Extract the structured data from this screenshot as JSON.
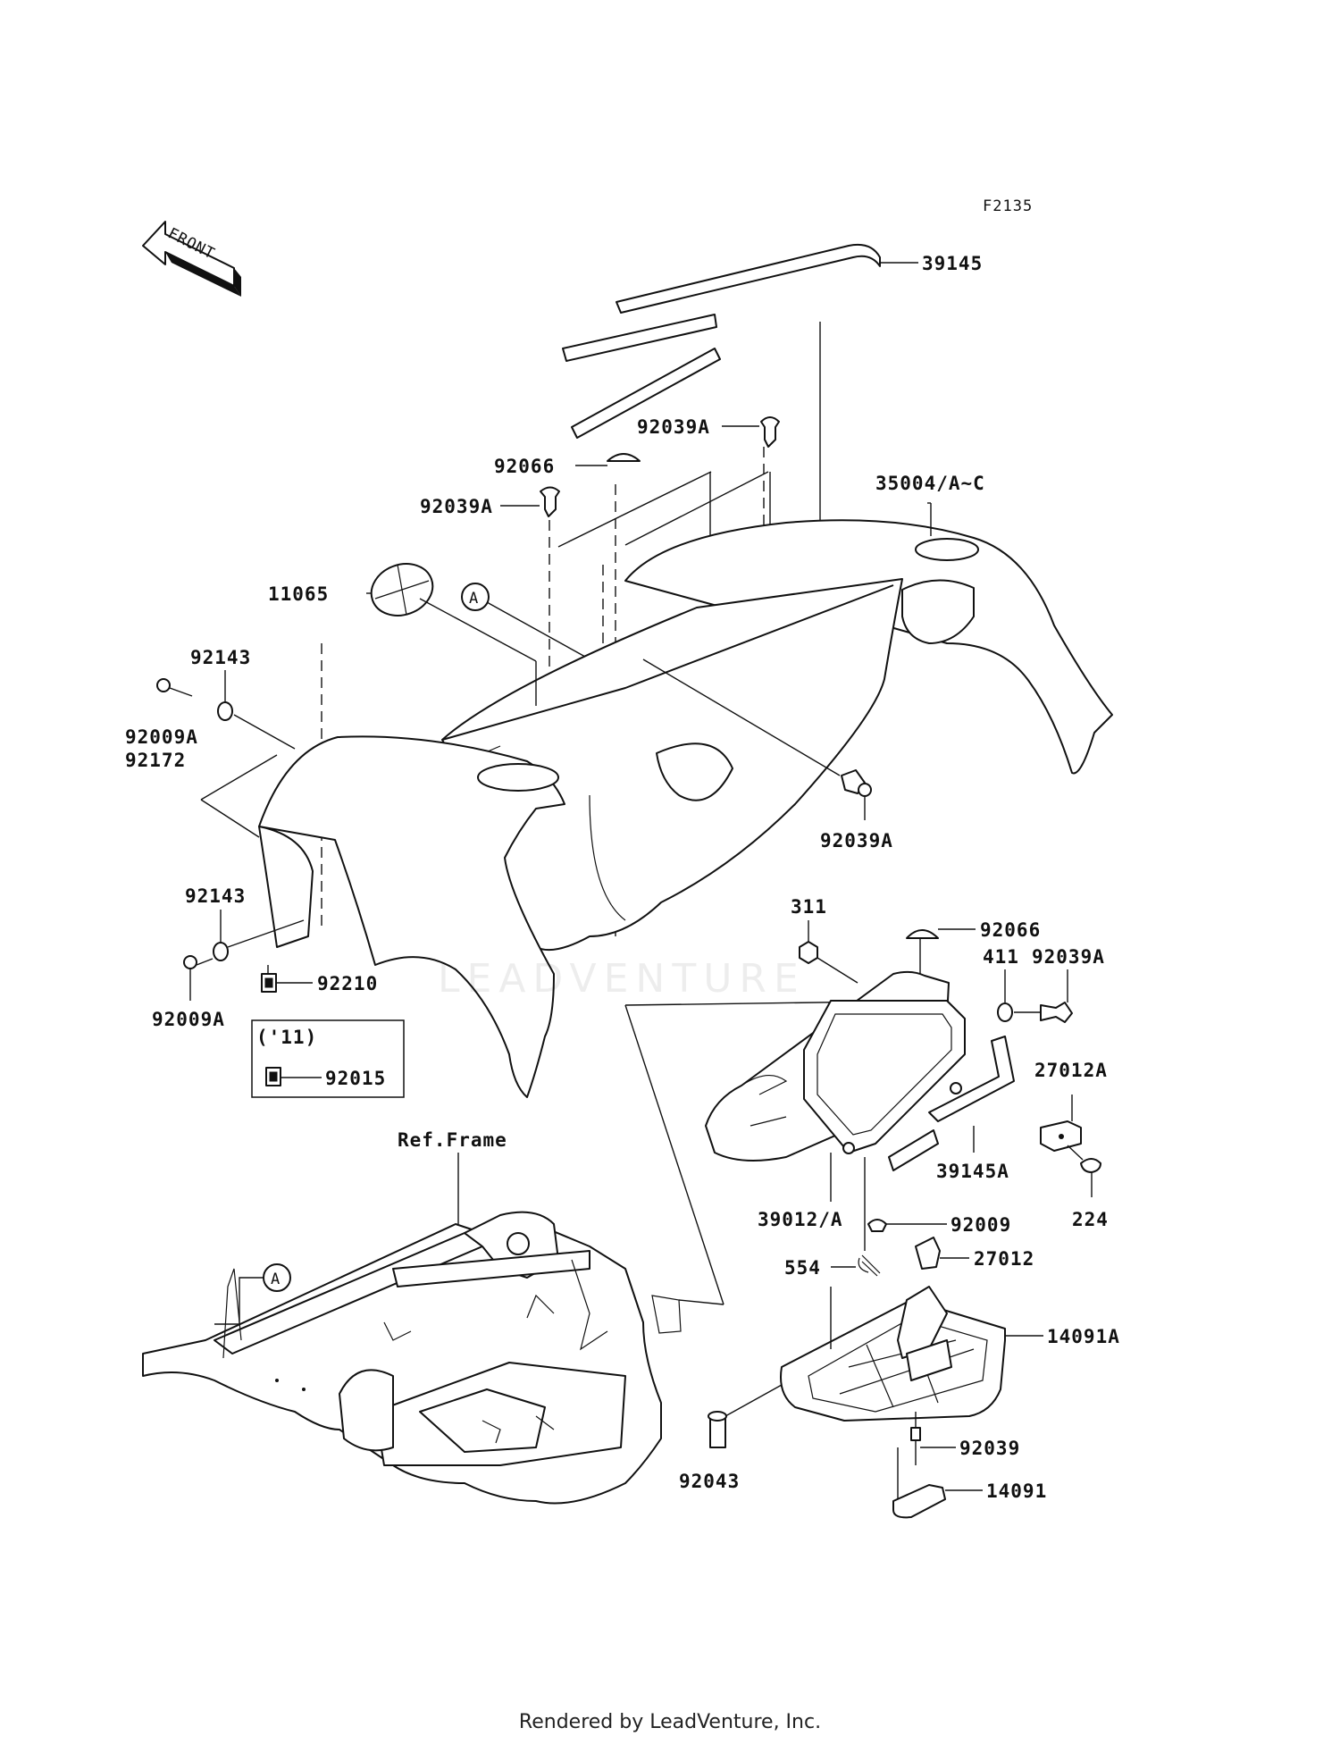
{
  "diagram_code": "F2135",
  "front_arrow_label": "FRONT",
  "ref_frame_label": "Ref.Frame",
  "callout_a": "A",
  "year_note": "('11)",
  "footer": "Rendered by LeadVenture, Inc.",
  "watermark": "LEADVENTURE",
  "part_labels": {
    "p39145": "39145",
    "p92039A_top": "92039A",
    "p92066_top": "92066",
    "p35004": "35004/A~C",
    "p92039A_left": "92039A",
    "p11065": "11065",
    "p92143_top": "92143",
    "p92009A_top": "92009A",
    "p92172": "92172",
    "p92039A_mid": "92039A",
    "p92143_bot": "92143",
    "p92009A_bot": "92009A",
    "p92210": "92210",
    "p92015": "92015",
    "p311": "311",
    "p92066_right": "92066",
    "p411": "411",
    "p92039A_right": "92039A",
    "p27012A": "27012A",
    "p39145A": "39145A",
    "p39012": "39012/A",
    "p224": "224",
    "p92009": "92009",
    "p554": "554",
    "p27012": "27012",
    "p14091A": "14091A",
    "p92039": "92039",
    "p92043": "92043",
    "p14091": "14091"
  }
}
